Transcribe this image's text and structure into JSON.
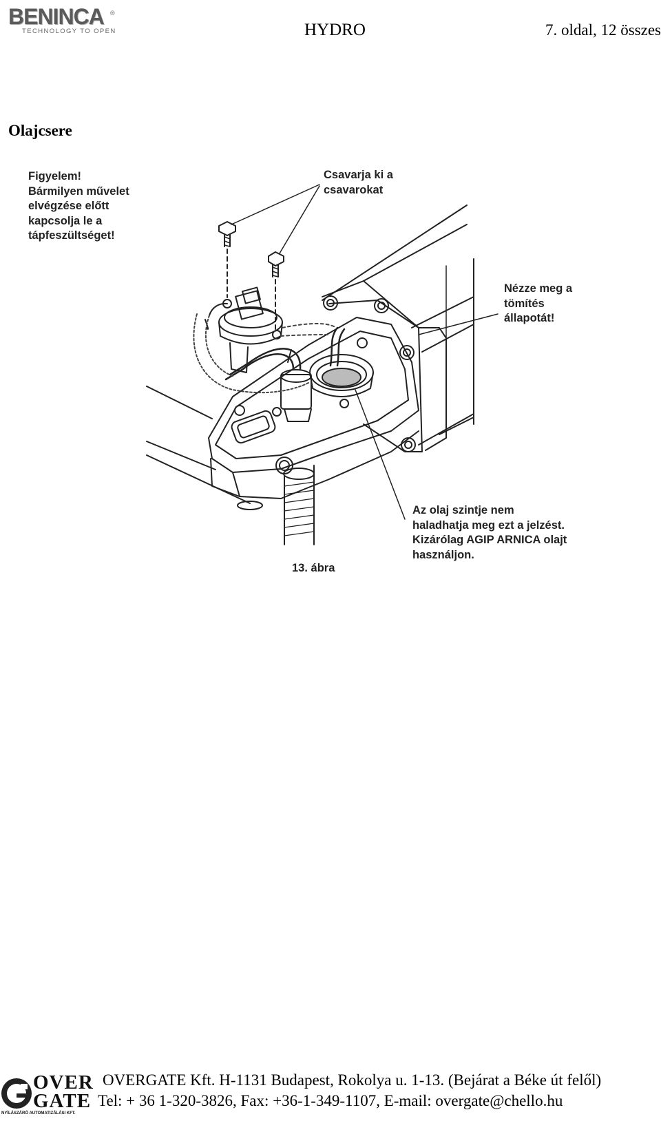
{
  "header": {
    "logo_text": "BENINCA",
    "logo_registered": "®",
    "logo_tagline": "TECHNOLOGY TO OPEN",
    "doc_title": "HYDRO",
    "page_info": "7. oldal, 12 összes"
  },
  "section": {
    "title": "Olajcsere"
  },
  "figure": {
    "warning_lines": [
      "Figyelem!",
      "Bármilyen művelet",
      "elvégzése előtt",
      "kapcsolja le a",
      "tápfeszültséget!"
    ],
    "screws_lines": [
      "Csavarja ki a",
      "csavarokat"
    ],
    "gasket_lines": [
      "Nézze meg a",
      "tömítés",
      "állapotát!"
    ],
    "oil_lines": [
      "Az olaj szintje nem",
      "haladhatja meg ezt a jelzést.",
      "Kizárólag AGIP ARNICA olajt",
      "használjon."
    ],
    "caption": "13. ábra"
  },
  "footer": {
    "logo_top": "OVER",
    "logo_bottom": "GATE",
    "logo_sub": "NYÍLÁSZÁRÓ AUTOMATIZÁLÁSI KFT.",
    "line1": "OVERGATE Kft. H-1131 Budapest, Rokolya u. 1-13. (Bejárat a Béke út felől)",
    "line2": "Tel: + 36 1-320-3826, Fax: +36-1-349-1107, E-mail: overgate@chello.hu"
  }
}
